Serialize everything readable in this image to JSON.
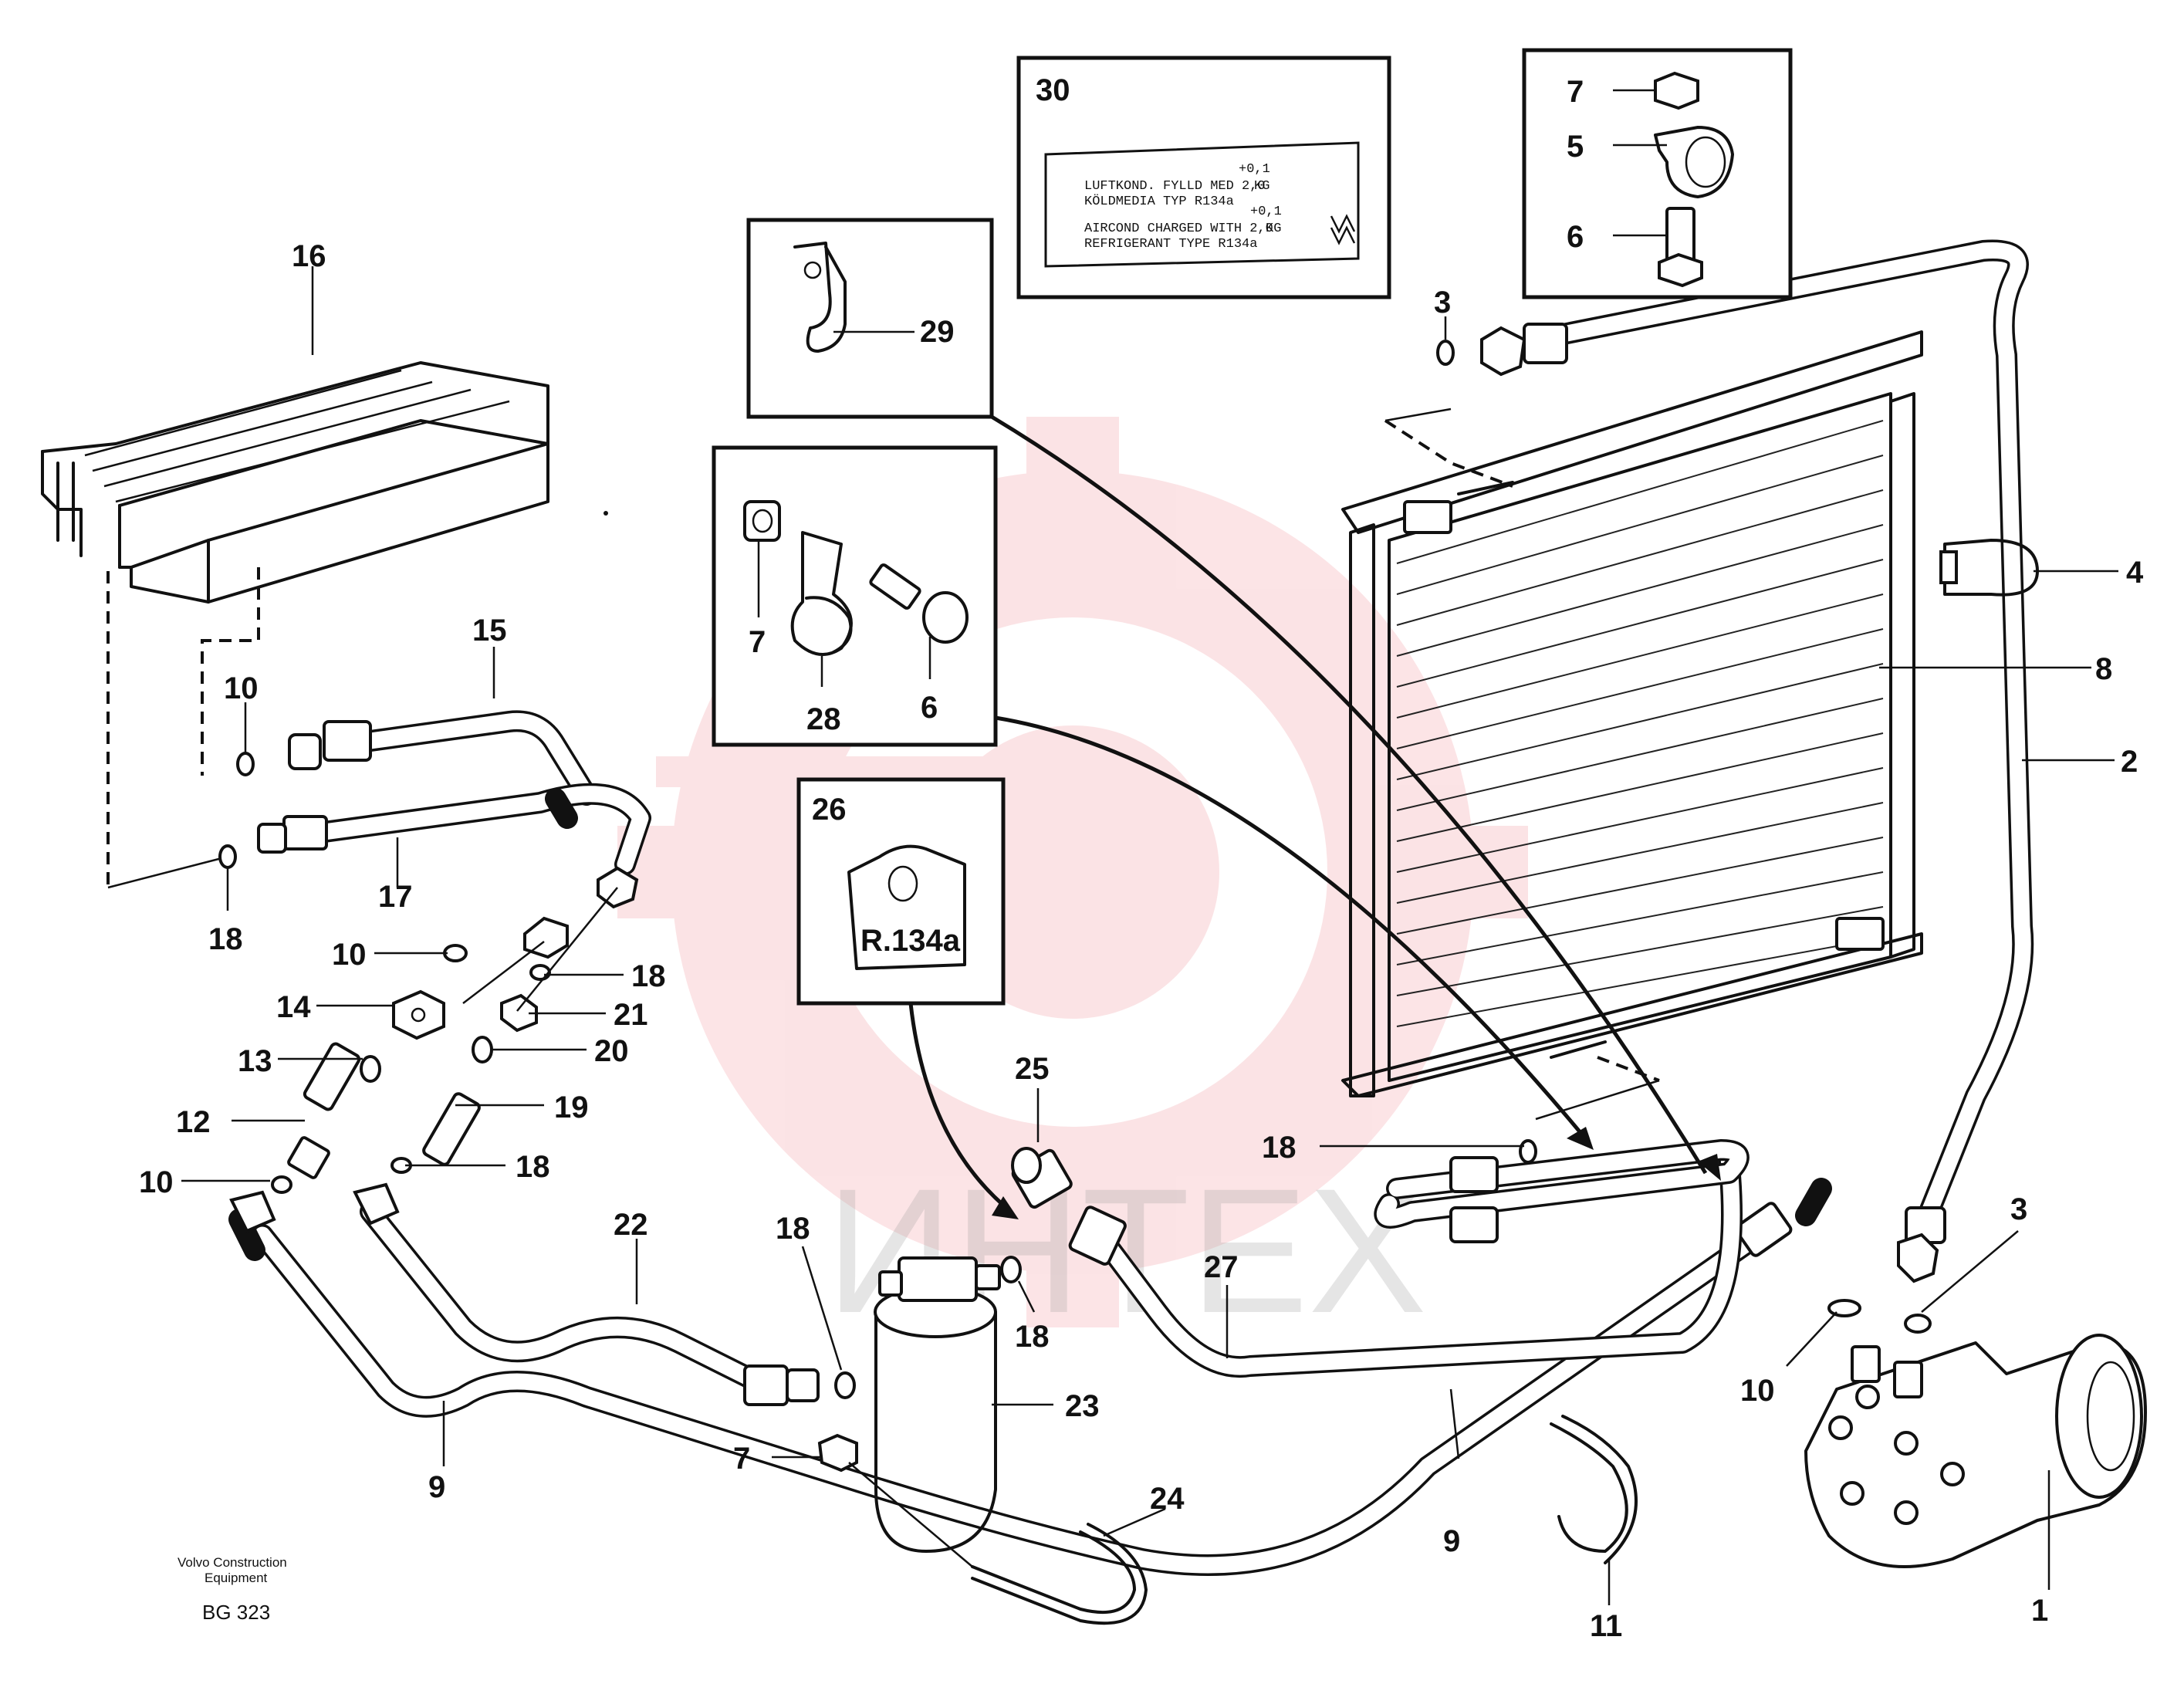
{
  "colors": {
    "line": "#111111",
    "watermark_logo": "#e8323c",
    "watermark_text": "#9a9a9a"
  },
  "watermark": {
    "text": "ИНТЕХ"
  },
  "footer": {
    "line1": "Volvo Construction",
    "line2": "Equipment",
    "code": "BG 323"
  },
  "inset_30": {
    "number": "30",
    "label_lines": [
      "LUFTKOND. FYLLD MED 2,0",
      "KÖLDMEDIA TYP R134a",
      "AIRCOND CHARGED WITH 2,0",
      "REFRIGERANT TYPE R134a"
    ],
    "superscript": "+0,1",
    "unit": "KG"
  },
  "inset_26": {
    "number": "26",
    "tag_text": "R.134a"
  },
  "callouts": {
    "c1": "1",
    "c2": "2",
    "c3a": "3",
    "c3b": "3",
    "c4": "4",
    "c5": "5",
    "c6a": "6",
    "c6b": "6",
    "c7a": "7",
    "c7b": "7",
    "c7c": "7",
    "c8": "8",
    "c9a": "9",
    "c9b": "9",
    "c10a": "10",
    "c10b": "10",
    "c10c": "10",
    "c10d": "10",
    "c11": "11",
    "c12": "12",
    "c13": "13",
    "c14": "14",
    "c15": "15",
    "c16": "16",
    "c17": "17",
    "c18a": "18",
    "c18b": "18",
    "c18c": "18",
    "c18d": "18",
    "c18e": "18",
    "c18f": "18",
    "c19": "19",
    "c20": "20",
    "c21": "21",
    "c22": "22",
    "c23": "23",
    "c24": "24",
    "c25": "25",
    "c27": "27",
    "c28": "28",
    "c29": "29"
  }
}
